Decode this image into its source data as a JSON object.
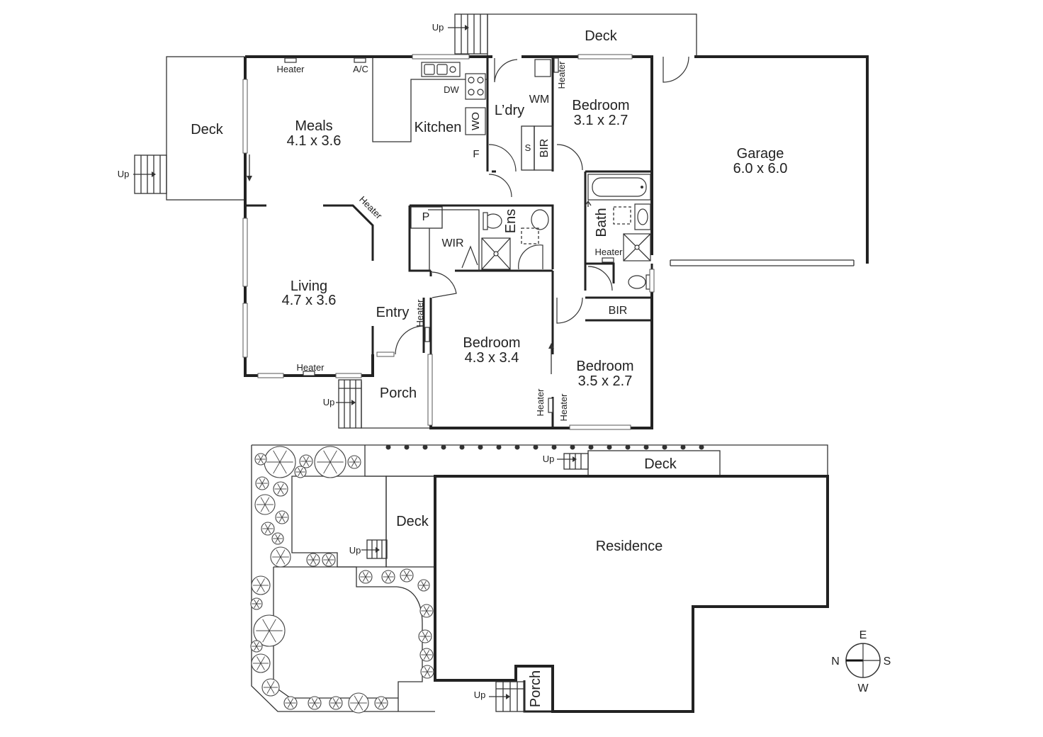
{
  "rooms": {
    "deck_top": "Deck",
    "deck_west": "Deck",
    "meals": {
      "name": "Meals",
      "dim": "4.1 x 3.6"
    },
    "kitchen": "Kitchen",
    "laundry": "L’dry",
    "wm": "WM",
    "bedroom_ne": {
      "name": "Bedroom",
      "dim": "3.1 x 2.7"
    },
    "garage": {
      "name": "Garage",
      "dim": "6.0 x 6.0"
    },
    "living": {
      "name": "Living",
      "dim": "4.7 x 3.6"
    },
    "entry": "Entry",
    "porch": "Porch",
    "wir": "WIR",
    "pantry": "P",
    "ensuite": "Ens",
    "bath": "Bath",
    "bir_small": "BIR",
    "bir_side": "BIR",
    "bedroom_main": {
      "name": "Bedroom",
      "dim": "4.3 x 3.4"
    },
    "bedroom_se": {
      "name": "Bedroom",
      "dim": "3.5 x 2.7"
    }
  },
  "fixtures": {
    "heater": "Heater",
    "ac": "A/C",
    "dw": "DW",
    "wo": "WO",
    "fridge": "F",
    "shelf": "S"
  },
  "stairs": {
    "up": "Up"
  },
  "site": {
    "deck_top": "Deck",
    "deck_mid": "Deck",
    "residence": "Residence",
    "porch": "Porch"
  },
  "compass": {
    "north": "N",
    "south": "S",
    "east": "E",
    "west": "W"
  }
}
